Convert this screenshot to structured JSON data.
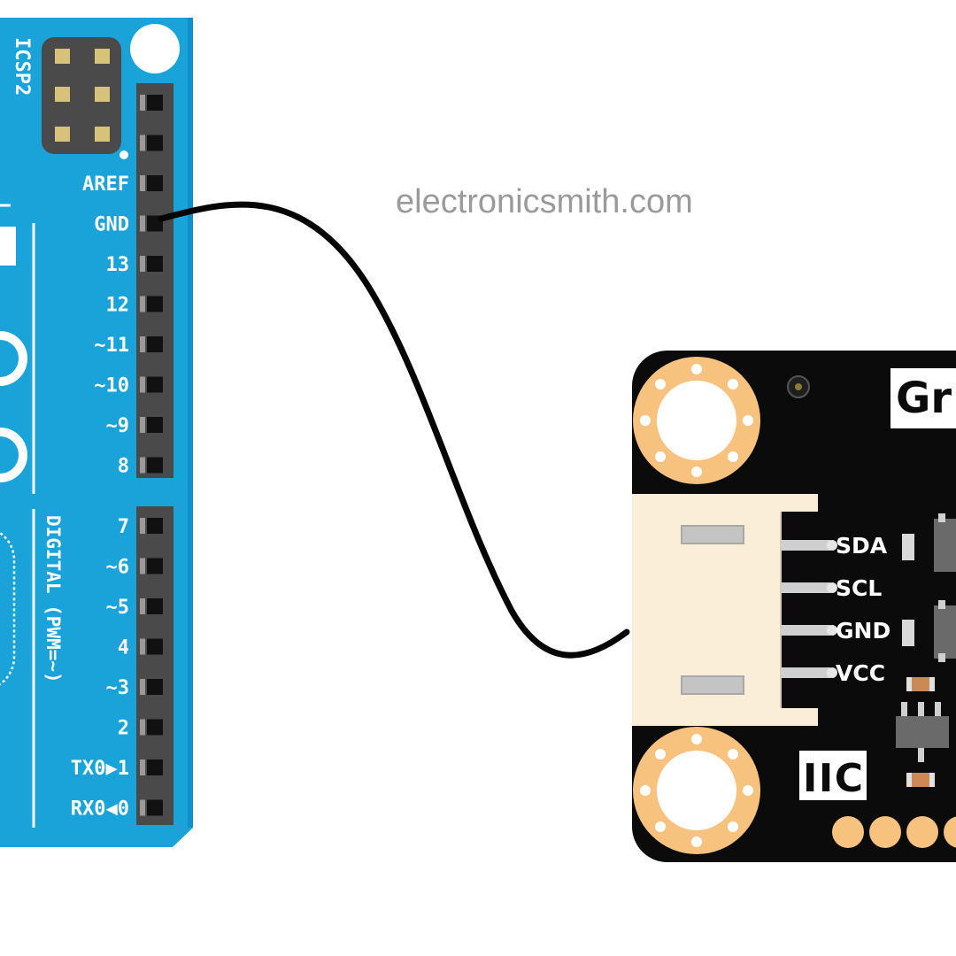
{
  "watermark": "electronicsmith.com",
  "arduino": {
    "icsp_label": "ICSP2",
    "upper_header": [
      "",
      "",
      "AREF",
      "GND",
      "13",
      "12",
      "~11",
      "~10",
      "~9",
      "8"
    ],
    "lower_header": [
      "7",
      "~6",
      "~5",
      "4",
      "~3",
      "2",
      "TX0▶1",
      "RX0◀0"
    ],
    "digital_label": "DIGITAL (PWM=~)"
  },
  "module": {
    "title": "Gr",
    "pins": [
      "SDA",
      "SCL",
      "GND",
      "VCC"
    ],
    "interface_label": "IIC"
  },
  "colors": {
    "arduino_board": "#1aa3d9",
    "arduino_edge": "#1190c7",
    "header": "#4a4a4a",
    "module_pcb": "#0b0b0b",
    "mount_pad": "#f6c27e",
    "connector": "#fbeed9",
    "wire": "#050505"
  }
}
